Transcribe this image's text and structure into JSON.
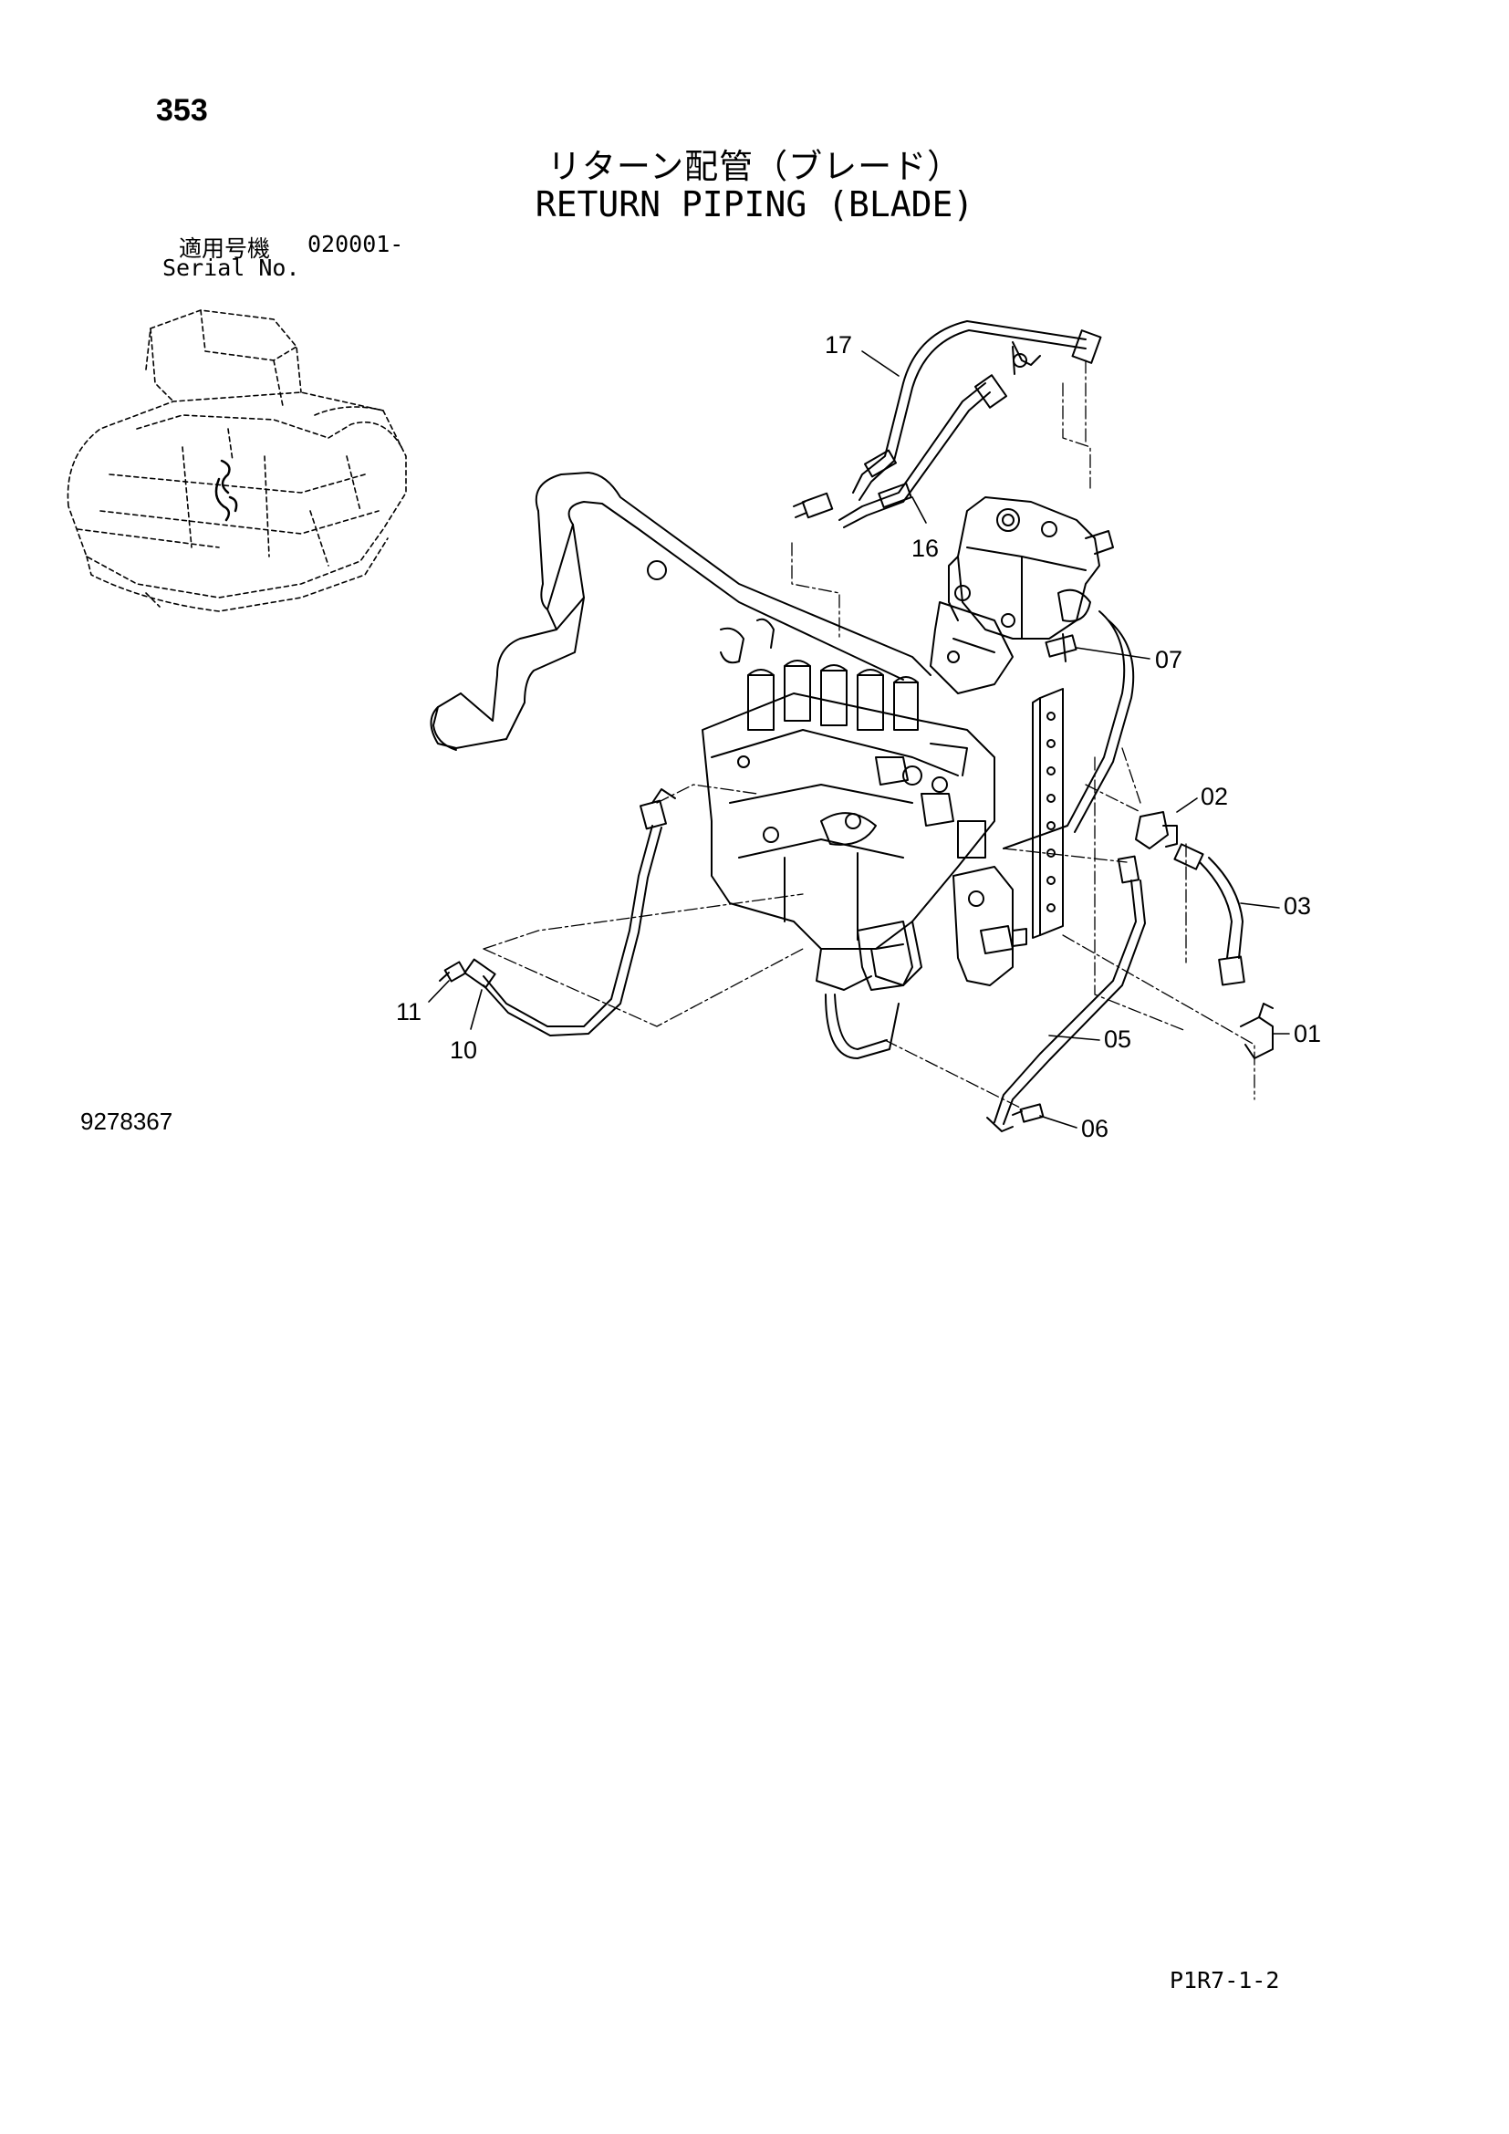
{
  "header": {
    "page_number": "353",
    "title_jp": "リターン配管（ブレード）",
    "title_en": "RETURN PIPING (BLADE)",
    "serial_label_jp": "適用号機",
    "serial_range": "020001-",
    "serial_label_en": "Serial No."
  },
  "callouts": {
    "p17": "17",
    "p16": "16",
    "p07": "07",
    "p02": "02",
    "p03": "03",
    "p01": "01",
    "p05": "05",
    "p06": "06",
    "p11": "11",
    "p10": "10"
  },
  "footer": {
    "drawing_number": "9278367",
    "page_code": "P1R7-1-2"
  }
}
